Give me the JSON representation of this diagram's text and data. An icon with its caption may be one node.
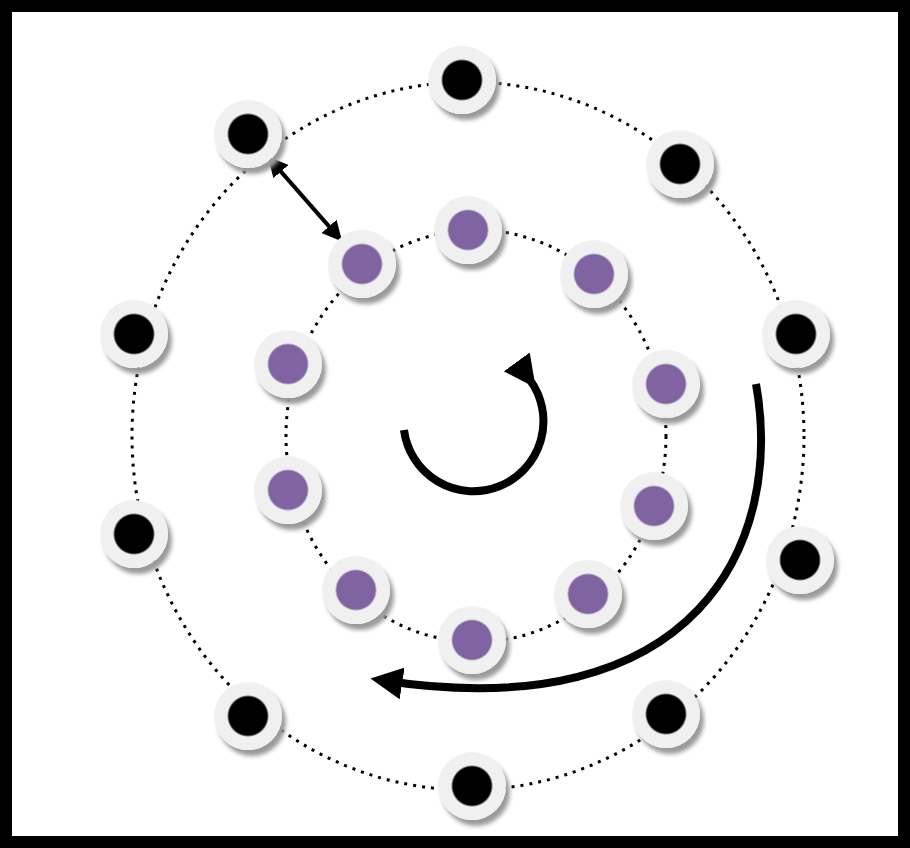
{
  "diagram": {
    "nodes": [
      {
        "text": [],
        "shape": "circle"
      },
      {
        "text": [],
        "shape": "circle"
      },
      {
        "text": [],
        "shape": "circle"
      },
      {
        "text": [],
        "shape": "circle"
      },
      {
        "text": [],
        "shape": "circle"
      },
      {
        "text": [],
        "shape": "circle"
      },
      {
        "text": [],
        "shape": "circle"
      },
      {
        "text": [],
        "shape": "circle"
      },
      {
        "text": [],
        "shape": "circle"
      },
      {
        "text": [],
        "shape": "circle"
      },
      {
        "text": [],
        "shape": "circle"
      },
      {
        "text": [],
        "shape": "circle"
      },
      {
        "text": [],
        "shape": "circle"
      },
      {
        "text": [],
        "shape": "circle"
      },
      {
        "text": [],
        "shape": "circle"
      },
      {
        "text": [],
        "shape": "circle"
      },
      {
        "text": [],
        "shape": "circle"
      },
      {
        "text": [],
        "shape": "circle"
      },
      {
        "text": [],
        "shape": "circle"
      },
      {
        "text": [],
        "shape": "circle"
      }
    ],
    "edges": [
      {
        "from": 1,
        "to": 4,
        "arrow": "both"
      }
    ]
  }
}
